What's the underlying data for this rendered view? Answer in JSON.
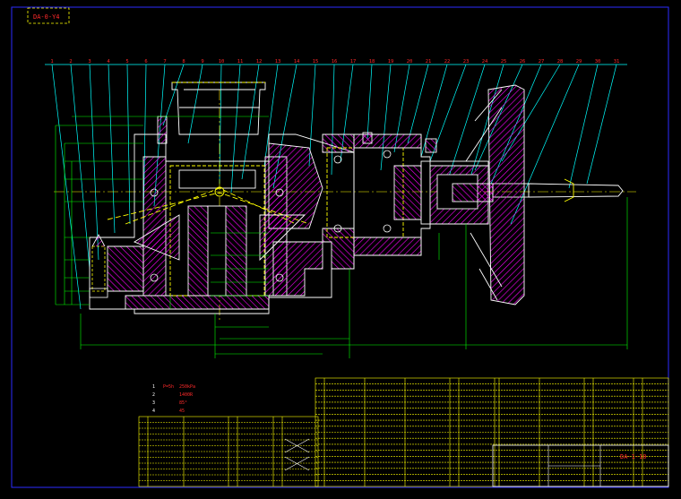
{
  "drawing_code": "DA-0-Y4",
  "title_block_code": "DA-1-10",
  "part_numbers": [
    "1",
    "2",
    "3",
    "4",
    "5",
    "6",
    "7",
    "8",
    "9",
    "10",
    "11",
    "12",
    "13",
    "14",
    "15",
    "16",
    "17",
    "18",
    "19",
    "20",
    "21",
    "22",
    "23",
    "24",
    "25",
    "26",
    "27",
    "28",
    "29",
    "30",
    "31"
  ],
  "tech_notes": [
    {
      "n": "1",
      "text": "P=5h",
      "value": "250kPa"
    },
    {
      "n": "2",
      "text": "",
      "value": "1400R"
    },
    {
      "n": "3",
      "text": "",
      "value": "85°"
    },
    {
      "n": "4",
      "text": "",
      "value": "45"
    }
  ],
  "colors": {
    "background": "#000000",
    "border": "#0000ff",
    "outline": "#ffffff",
    "hatch": "#ff00ff",
    "leader": "#00ffff",
    "dimension": "#00ff00",
    "centerline": "#ffff00",
    "text": "#ff2a2a",
    "table_line": "#ffff00"
  }
}
